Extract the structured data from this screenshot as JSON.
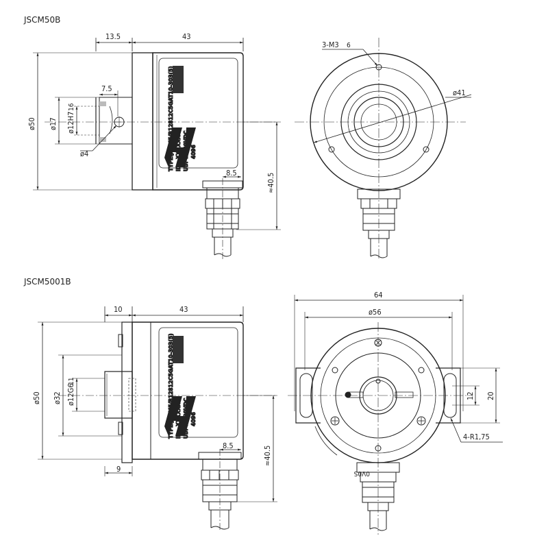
{
  "drawing_a": {
    "title": "JSCM50B",
    "dims": {
      "shaft_len": "13.5",
      "body_len": "43",
      "slot": "7.5",
      "body_dia": "ø50",
      "flange_dia": "ø17",
      "bore": "ø12H7",
      "bore_depth": "16",
      "hole_dia": "ø4",
      "cable_w": "8.5",
      "cable_len": "≈40.5",
      "front_holes": "3-M3",
      "front_hole_depth": "6",
      "pcd": "ø41"
    }
  },
  "drawing_b": {
    "title": "JSCM5001B",
    "dims": {
      "shaft_len": "10",
      "body_len": "43",
      "body_dia": "ø50",
      "flange_dia": "ø32",
      "bore": "ø12G6",
      "bore_depth": "11",
      "flange_thick": "9",
      "cable_w": "8.5",
      "cable_len": "≈40.5",
      "outer_w": "64",
      "pcd": "ø56",
      "slot_w": "12",
      "slot_h": "20",
      "slot_r": "4-R1,75"
    }
  },
  "label": {
    "type_line": "TYPE:JSCM5/B12812C5GAT10-303(5)",
    "id_key": "ID:",
    "id_val": "XXXXXX",
    "ub_key": "Ub:",
    "ub_val": "10-30VDC",
    "ppr": "4096",
    "serial": "0V0S"
  }
}
